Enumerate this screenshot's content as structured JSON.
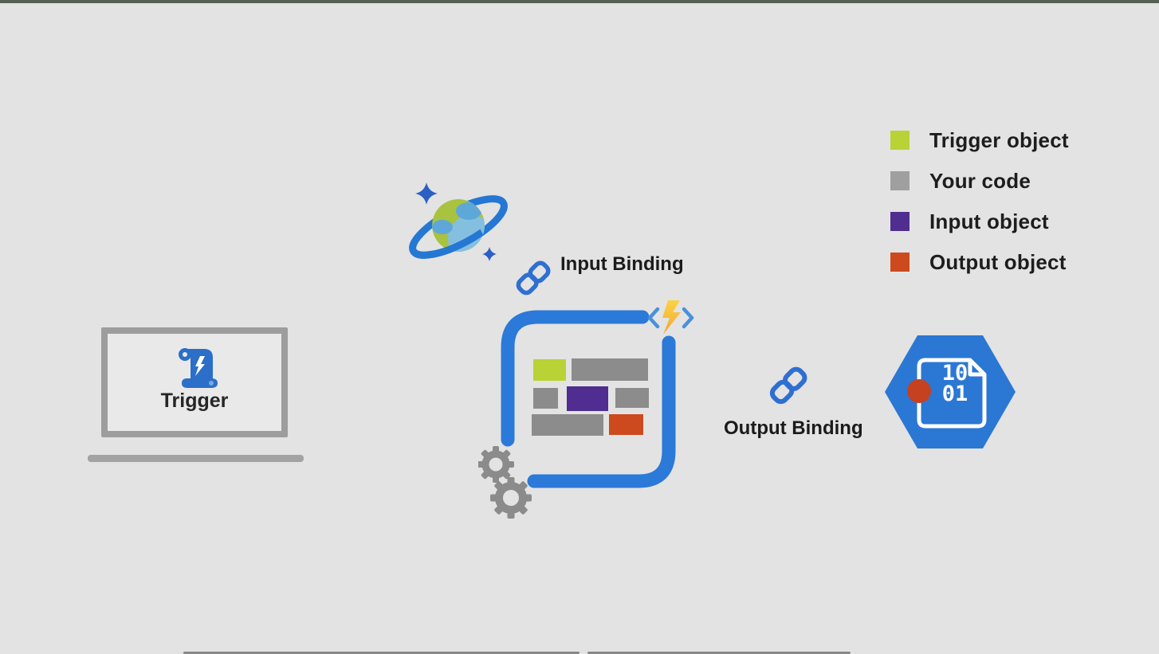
{
  "page": {
    "background": "#e3e3e3",
    "top_bar_color": "#566253"
  },
  "legend": {
    "items": [
      {
        "label": "Trigger object",
        "color": "#b9d235"
      },
      {
        "label": "Your code",
        "color": "#9f9f9f"
      },
      {
        "label": "Input object",
        "color": "#4f2d91"
      },
      {
        "label": "Output object",
        "color": "#cc4a1d"
      }
    ]
  },
  "trigger_device": {
    "label": "Trigger"
  },
  "bindings": {
    "input_label": "Input Binding",
    "output_label": "Output Binding"
  },
  "function_box": {
    "blocks": [
      {
        "name": "trigger-object-block",
        "color": "#b9d235"
      },
      {
        "name": "your-code-block-1",
        "color": "#8c8c8c"
      },
      {
        "name": "your-code-block-2",
        "color": "#8c8c8c"
      },
      {
        "name": "input-object-block",
        "color": "#4f2d91"
      },
      {
        "name": "your-code-block-3",
        "color": "#8c8c8c"
      },
      {
        "name": "your-code-block-4",
        "color": "#8c8c8c"
      },
      {
        "name": "output-object-block",
        "color": "#cc4a1d"
      }
    ]
  },
  "binary_document": {
    "line1": "10",
    "line2": "01"
  },
  "colors": {
    "azure_blue": "#2b79d8",
    "chain_link_blue": "#2f6fd2",
    "hexagon_blue": "#2b77d4",
    "cosmos_ring_blue": "#2577d4",
    "planet_green": "#a9c23f",
    "planet_blue": "#5ea7d9",
    "bolt_yellow": "#fbd342",
    "bolt_orange": "#f0a73c",
    "gear_gray": "#8b8b8b",
    "laptop_gray": "#9d9d9d",
    "red_dot": "#c54120"
  },
  "icons": {
    "cosmos-db-icon": "ringed-planet-with-sparkles",
    "input-link-icon": "chain-link",
    "output-link-icon": "chain-link",
    "functions-icon": "angle-brackets-lightning",
    "gears-icon": "two-gears",
    "trigger-scroll-icon": "scroll-with-lightning",
    "binary-file-icon": "document-with-binary"
  }
}
